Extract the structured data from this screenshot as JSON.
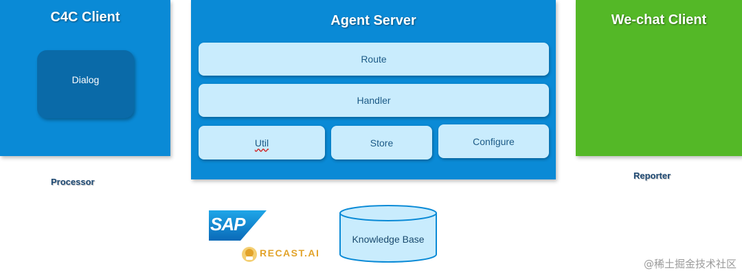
{
  "c4c": {
    "title": "C4C Client",
    "dialog": "Dialog",
    "caption": "Processor"
  },
  "agent": {
    "title": "Agent Server",
    "route": "Route",
    "handler": "Handler",
    "util": "Util",
    "store": "Store",
    "configure": "Configure"
  },
  "wechat": {
    "title": "We-chat Client",
    "caption": "Reporter"
  },
  "knowledge_base": {
    "label": "Knowledge Base"
  },
  "logos": {
    "sap": "SAP",
    "recast": "RECAST.AI"
  },
  "watermark": "@稀土掘金技术社区",
  "colors": {
    "client_blue": "#0a8ad6",
    "dialog_blue": "#0a6aa8",
    "module_fill": "#c9ecfd",
    "wechat_green": "#54b827",
    "recast_gold": "#e2a32a"
  }
}
